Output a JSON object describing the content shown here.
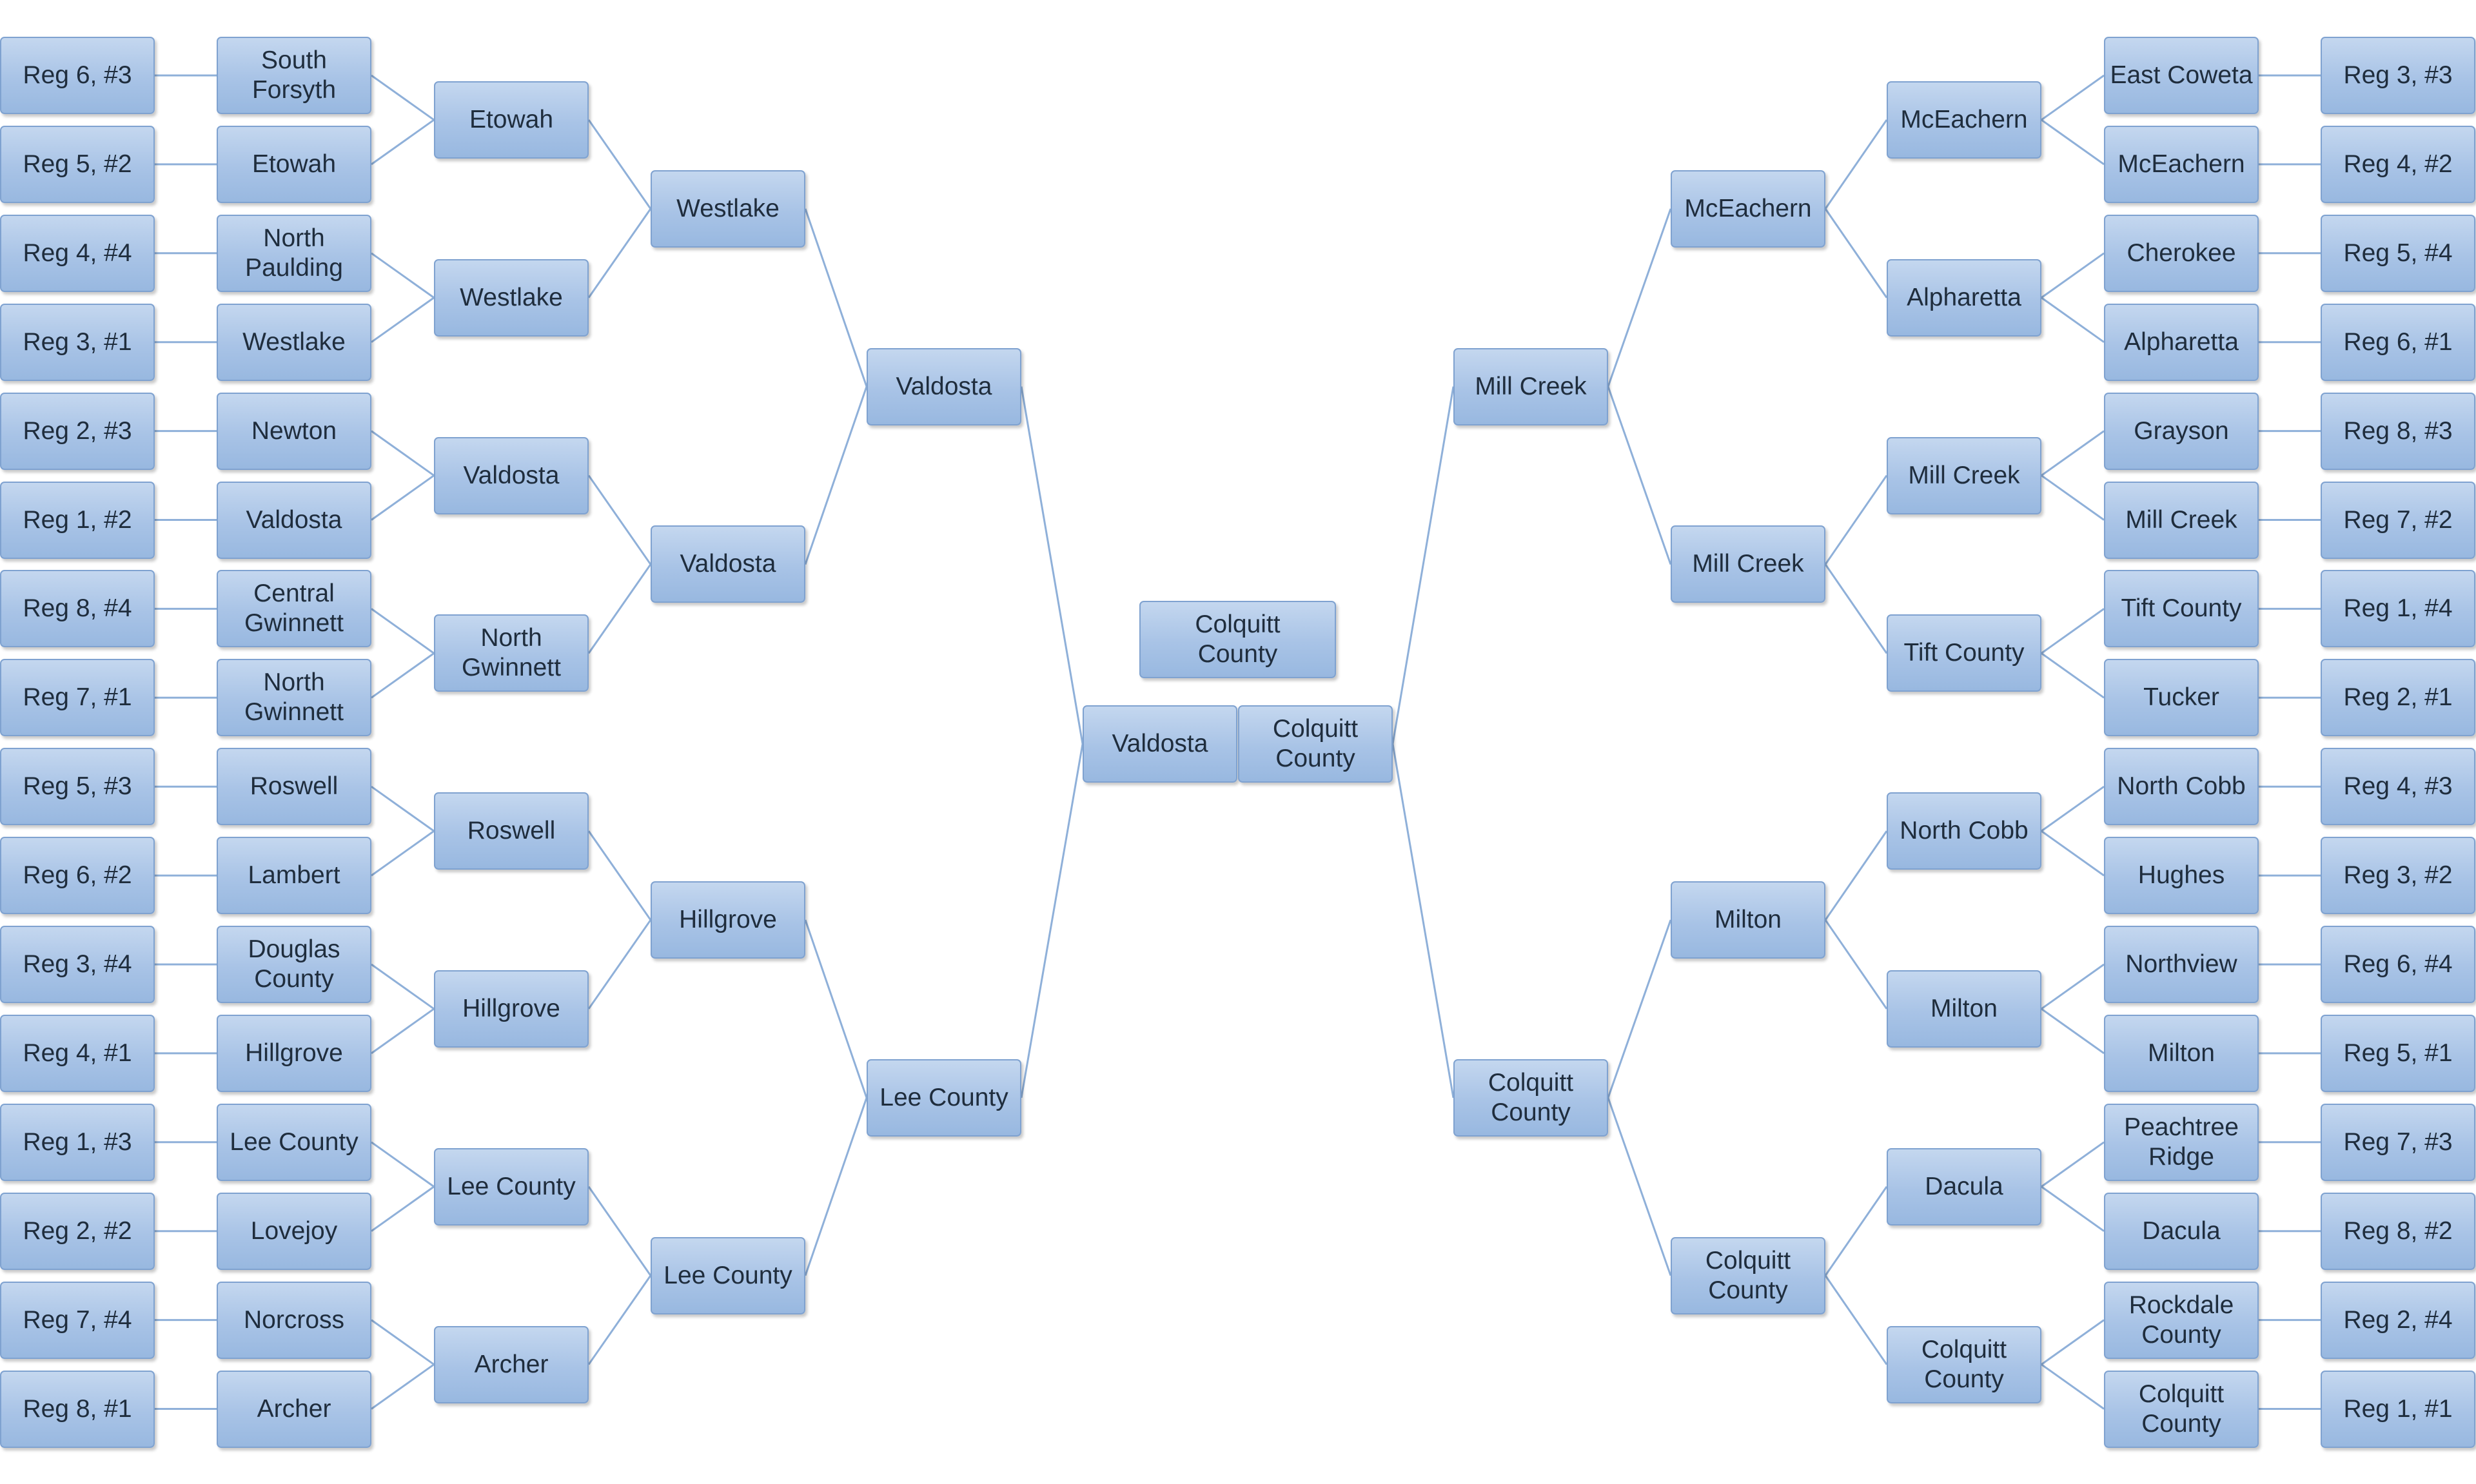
{
  "bracket": {
    "left": {
      "seeds": [
        "Reg 6, #3",
        "Reg 5, #2",
        "Reg 4, #4",
        "Reg 3, #1",
        "Reg 2, #3",
        "Reg 1, #2",
        "Reg 8, #4",
        "Reg 7, #1",
        "Reg 5, #3",
        "Reg 6, #2",
        "Reg 3, #4",
        "Reg 4, #1",
        "Reg 1, #3",
        "Reg 2, #2",
        "Reg 7, #4",
        "Reg 8, #1"
      ],
      "round1": [
        "South\nForsyth",
        "Etowah",
        "North\nPaulding",
        "Westlake",
        "Newton",
        "Valdosta",
        "Central\nGwinnett",
        "North\nGwinnett",
        "Roswell",
        "Lambert",
        "Douglas\nCounty",
        "Hillgrove",
        "Lee County",
        "Lovejoy",
        "Norcross",
        "Archer"
      ],
      "round2": [
        "Etowah",
        "Westlake",
        "Valdosta",
        "North\nGwinnett",
        "Roswell",
        "Hillgrove",
        "Lee County",
        "Archer"
      ],
      "round3": [
        "Westlake",
        "Valdosta",
        "Hillgrove",
        "Lee County"
      ],
      "round4": [
        "Valdosta",
        "Lee County"
      ]
    },
    "right": {
      "seeds": [
        "Reg 3, #3",
        "Reg 4, #2",
        "Reg 5, #4",
        "Reg 6, #1",
        "Reg 8, #3",
        "Reg 7, #2",
        "Reg 1, #4",
        "Reg 2, #1",
        "Reg 4, #3",
        "Reg 3, #2",
        "Reg 6, #4",
        "Reg 5, #1",
        "Reg 7, #3",
        "Reg 8, #2",
        "Reg 2, #4",
        "Reg 1, #1"
      ],
      "round1": [
        "East Coweta",
        "McEachern",
        "Cherokee",
        "Alpharetta",
        "Grayson",
        "Mill Creek",
        "Tift County",
        "Tucker",
        "North Cobb",
        "Hughes",
        "Northview",
        "Milton",
        "Peachtree\nRidge",
        "Dacula",
        "Rockdale\nCounty",
        "Colquitt\nCounty"
      ],
      "round2": [
        "McEachern",
        "Alpharetta",
        "Mill Creek",
        "Tift County",
        "North Cobb",
        "Milton",
        "Dacula",
        "Colquitt\nCounty"
      ],
      "round3": [
        "McEachern",
        "Mill Creek",
        "Milton",
        "Colquitt\nCounty"
      ],
      "round4": [
        "Mill Creek",
        "Colquitt\nCounty"
      ]
    },
    "final": {
      "left": "Valdosta",
      "right": "Colquitt\nCounty"
    },
    "champion": "Colquitt\nCounty"
  },
  "colors": {
    "box_top": "#c4d7ef",
    "box_bottom": "#98b8e0",
    "box_border": "#7fa2d0",
    "connector": "#8fb0d9"
  }
}
